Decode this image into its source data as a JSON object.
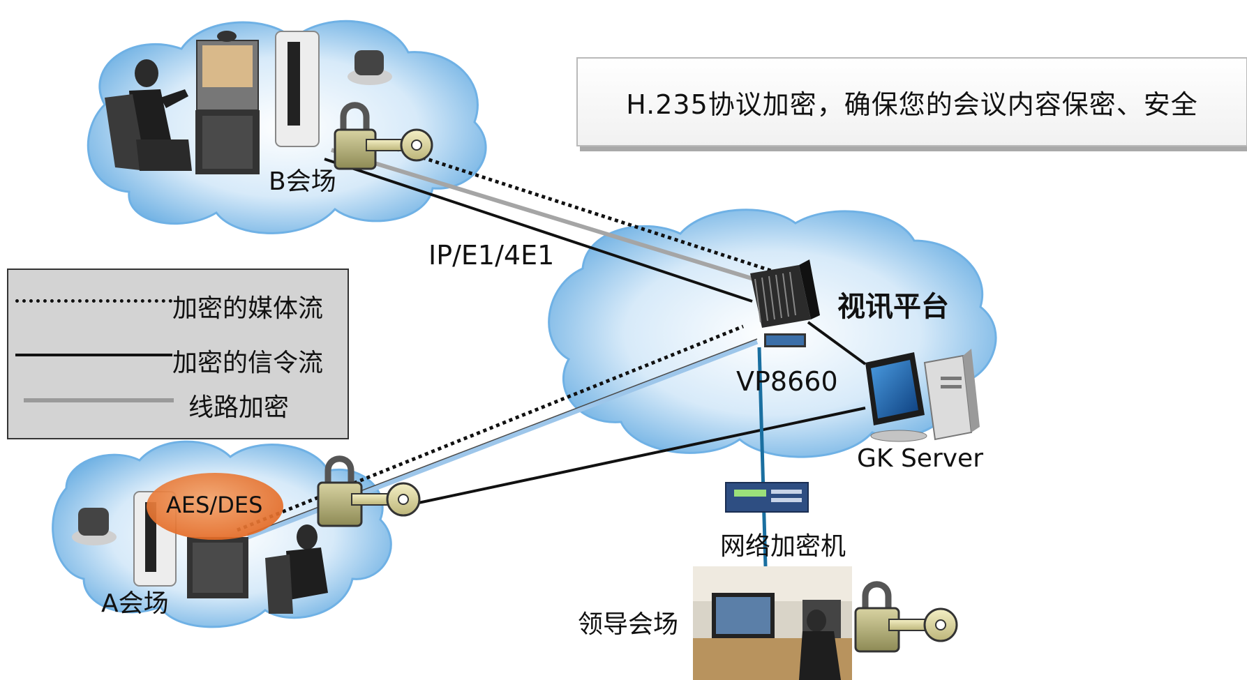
{
  "banner": {
    "text": "H.235协议加密，确保您的会议内容保密、安全"
  },
  "legend": {
    "items": [
      {
        "label": "加密的媒体流",
        "style": "dotted",
        "color": "#111111"
      },
      {
        "label": "加密的信令流",
        "style": "solid",
        "color": "#111111"
      },
      {
        "label": "线路加密",
        "style": "solid-gray",
        "color": "#9a9a9a"
      }
    ]
  },
  "nodes": {
    "site_b": "B会场",
    "site_a": "A会场",
    "leader_site": "领导会场",
    "platform": "视讯平台",
    "mcu": "VP8660",
    "gk": "GK Server",
    "encryptor": "网络加密机",
    "aes": "AES/DES"
  },
  "links": {
    "wan_label": "IP/E1/4E1"
  },
  "colors": {
    "cloud_inner": "#ffffff",
    "cloud_outer": "#5fa8e0",
    "aes_badge": "#e8722a",
    "link_blue": "#1a6fa0",
    "line_lightblue": "#9dc6ea"
  }
}
